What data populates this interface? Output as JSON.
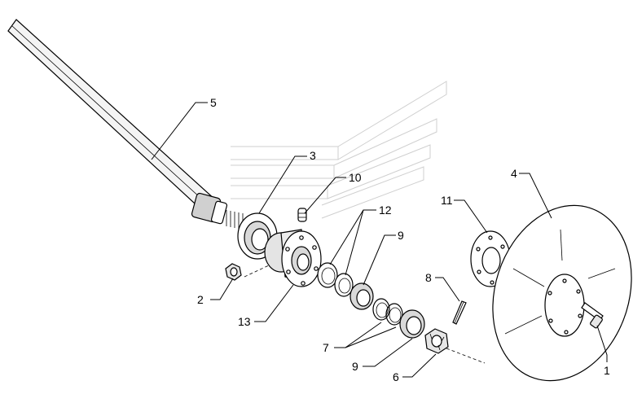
{
  "diagram": {
    "callouts": {
      "c1": "1",
      "c2": "2",
      "c3": "3",
      "c4": "4",
      "c5": "5",
      "c6": "6",
      "c7": "7",
      "c8": "8",
      "c9a": "9",
      "c9b": "9",
      "c10": "10",
      "c11": "11",
      "c12": "12",
      "c13": "13"
    }
  }
}
